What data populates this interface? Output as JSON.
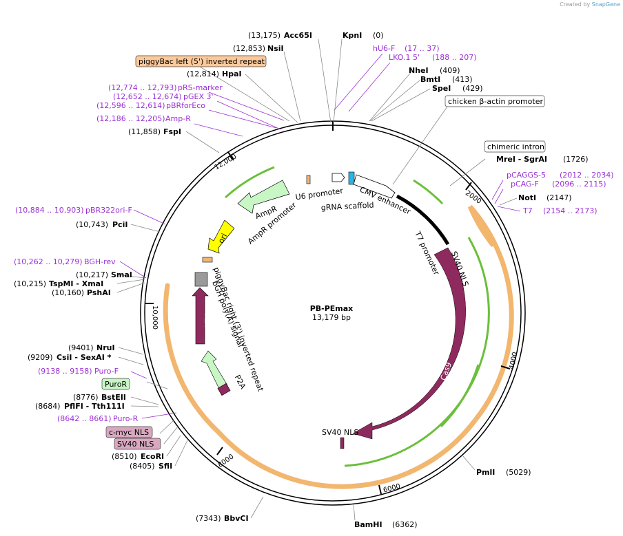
{
  "credit": {
    "prefix": "Created by",
    "brand": "SnapGene"
  },
  "plasmid": {
    "name": "PB-PEmax",
    "length": "13,179 bp"
  },
  "enzymes": [
    {
      "pos": "(13,175)",
      "name": "Acc65I"
    },
    {
      "pos": "(0)",
      "name": "KpnI"
    },
    {
      "pos": "(12,853)",
      "name": "NsiI"
    },
    {
      "pos": "(409)",
      "name": "NheI"
    },
    {
      "pos": "(413)",
      "name": "BmtI"
    },
    {
      "pos": "(429)",
      "name": "SpeI"
    },
    {
      "pos": "(12,814)",
      "name": "HpaI"
    },
    {
      "pos": "(11,858)",
      "name": "FspI"
    },
    {
      "pos": "(1726)",
      "name": "MreI - SgrAI"
    },
    {
      "pos": "(2147)",
      "name": "NotI"
    },
    {
      "pos": "(10,743)",
      "name": "PciI"
    },
    {
      "pos": "(10,217)",
      "name": "SmaI"
    },
    {
      "pos": "(10,215)",
      "name": "TspMI - XmaI"
    },
    {
      "pos": "(10,160)",
      "name": "PshAI"
    },
    {
      "pos": "(9401)",
      "name": "NruI"
    },
    {
      "pos": "(9209)",
      "name": "CsiI - SexAI *"
    },
    {
      "pos": "(8776)",
      "name": "BstEII"
    },
    {
      "pos": "(8684)",
      "name": "PflFI - Tth111I"
    },
    {
      "pos": "(8510)",
      "name": "EcoRI"
    },
    {
      "pos": "(8405)",
      "name": "SfiI"
    },
    {
      "pos": "(7343)",
      "name": "BbvCI"
    },
    {
      "pos": "(5029)",
      "name": "PmlI"
    },
    {
      "pos": "(6362)",
      "name": "BamHI"
    }
  ],
  "primers": [
    {
      "name": "hU6-F",
      "range": "(17 .. 37)"
    },
    {
      "name": "LKO.1 5'",
      "range": "(188 .. 207)"
    },
    {
      "name": "pRS-marker",
      "range": "(12,774 .. 12,793)"
    },
    {
      "name": "pGEX 3'",
      "range": "(12,652 .. 12,674)"
    },
    {
      "name": "pBRforEco",
      "range": "(12,596 .. 12,614)"
    },
    {
      "name": "Amp-R",
      "range": "(12,186 .. 12,205)"
    },
    {
      "name": "pCAGGS-5",
      "range": "(2012 .. 2034)"
    },
    {
      "name": "pCAG-F",
      "range": "(2096 .. 2115)"
    },
    {
      "name": "T7",
      "range": "(2154 .. 2173)"
    },
    {
      "name": "pBR322ori-F",
      "range": "(10,884 .. 10,903)"
    },
    {
      "name": "BGH-rev",
      "range": "(10,262 .. 10,279)"
    },
    {
      "name": "Puro-F",
      "range": "(9138 .. 9158)"
    },
    {
      "name": "Puro-R",
      "range": "(8642 .. 8661)"
    }
  ],
  "boxed_features": {
    "piggybac_left": "piggyBac left (5') inverted repeat",
    "chicken_actin": "chicken β-actin promoter",
    "chimeric_intron": "chimeric intron",
    "puror": "PuroR",
    "cmyc_nls": "c-myc NLS",
    "sv40_nls_box": "SV40 NLS"
  },
  "inner_labels": {
    "u6_promoter": "U6 promoter",
    "grna_scaffold": "gRNA scaffold",
    "cmv_enhancer": "CMV enhancer",
    "ampr": "AmpR",
    "ampr_promoter": "AmpR promoter",
    "ori": "ori",
    "t7_promoter": "T7 promoter",
    "sv40_nls_upper": "SV40 NLS",
    "piggybac_right": "piggyBac right (3') inverted repeat",
    "bgh_polya": "bGH poly(A) signal",
    "datk": "ΔTK",
    "p2a": "P2A",
    "cas9": "Cas9",
    "sv40_nls_lower": "SV40 NLS"
  },
  "ticks": [
    "12,000",
    "2000",
    "10,000",
    "4000",
    "8000",
    "6000"
  ],
  "colors": {
    "primer": "#9b30d6",
    "cas9": "#8e2a5e",
    "orange_feature": "#f2b66e",
    "green_orf": "#c8f7c5",
    "ori": "#ffff00",
    "promoter_box": "#ffffff",
    "grna": "#29b6e6",
    "boxed_peach": "#fbc99a",
    "boxed_pink": "#d8a8c0",
    "boxed_green": "#c8f7c5"
  }
}
